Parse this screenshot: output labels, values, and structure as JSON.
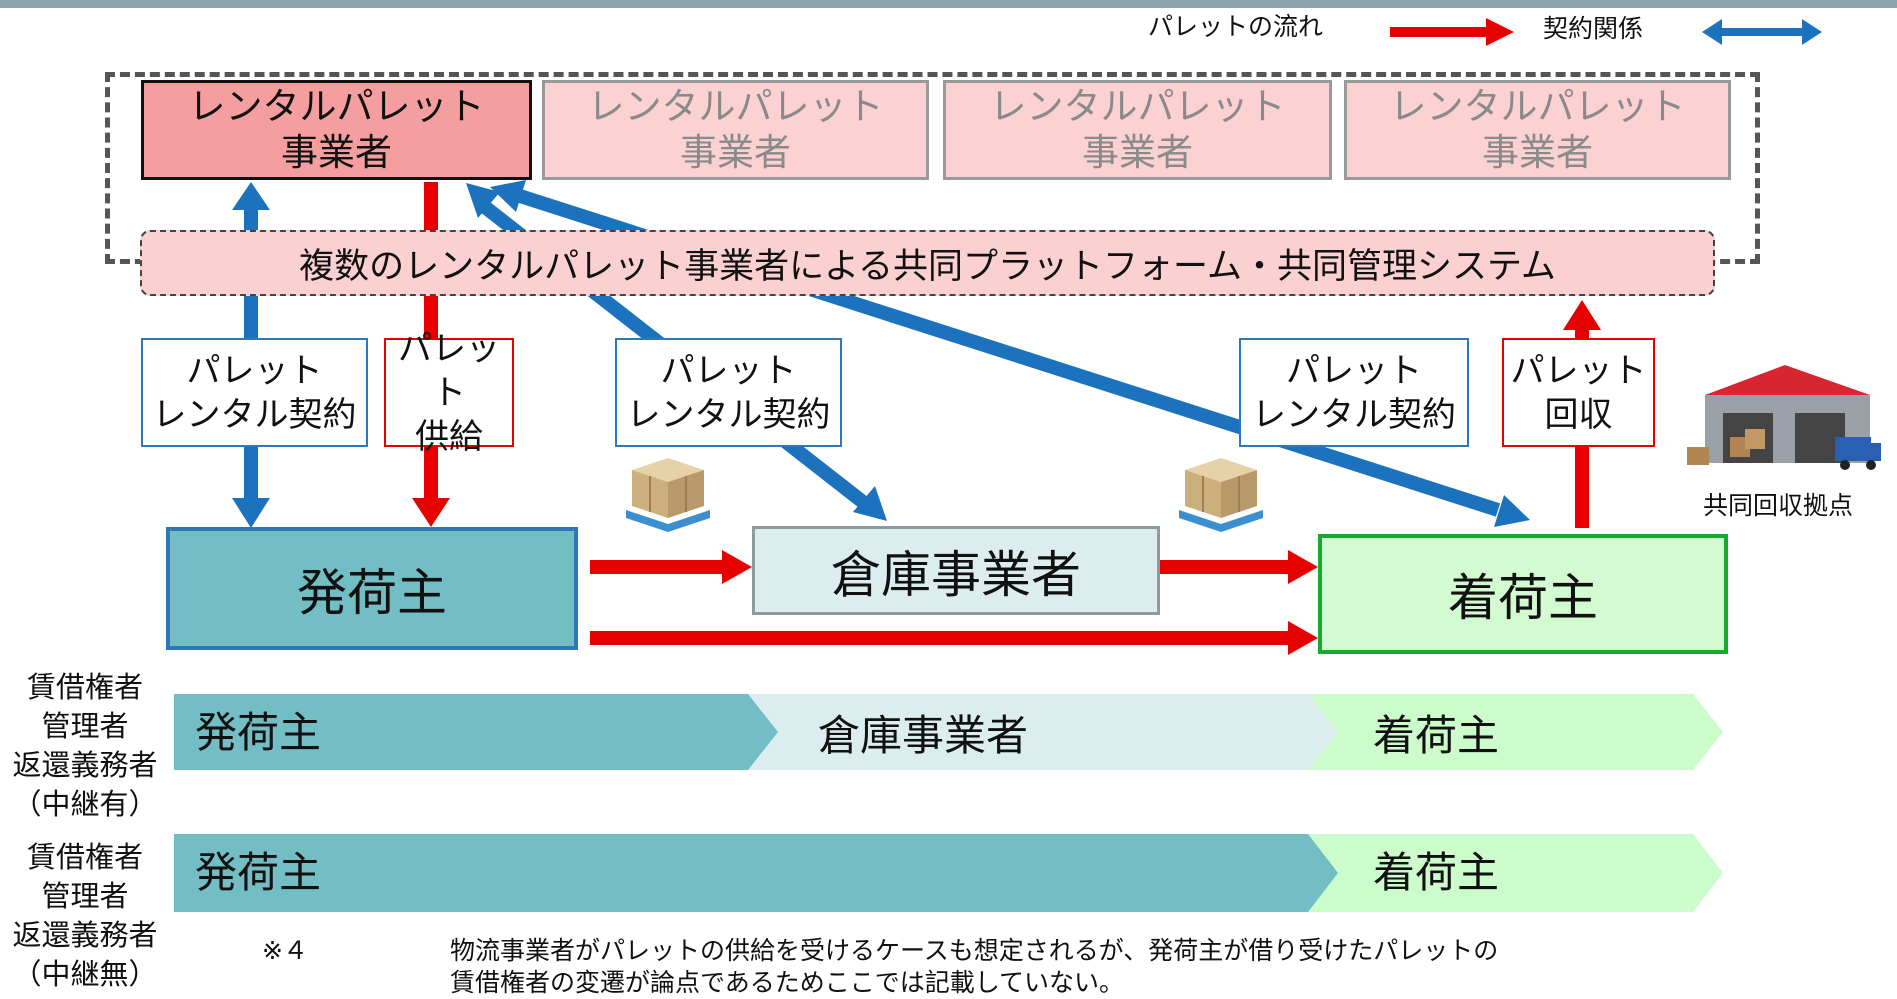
{
  "legend": {
    "flow_label": "パレットの流れ",
    "contract_label": "契約関係",
    "flow_color": "#e60000",
    "contract_color": "#1d72bd"
  },
  "operators": [
    {
      "label_line1": "レンタルパレット",
      "label_line2": "事業者"
    },
    {
      "label_line1": "レンタルパレット",
      "label_line2": "事業者"
    },
    {
      "label_line1": "レンタルパレット",
      "label_line2": "事業者"
    },
    {
      "label_line1": "レンタルパレット",
      "label_line2": "事業者"
    }
  ],
  "platform": {
    "label": "複数のレンタルパレット事業者による共同プラットフォーム・共同管理システム"
  },
  "labels": {
    "contract_1": {
      "line1": "パレット",
      "line2": "レンタル契約"
    },
    "supply": {
      "line1": "パレット",
      "line2": "供給"
    },
    "contract_2": {
      "line1": "パレット",
      "line2": "レンタル契約"
    },
    "contract_3": {
      "line1": "パレット",
      "line2": "レンタル契約"
    },
    "collect": {
      "line1": "パレット",
      "line2": "回収"
    }
  },
  "parties": {
    "shipper": "発荷主",
    "warehouse": "倉庫事業者",
    "consignee": "着荷主"
  },
  "collection_point": {
    "label": "共同回収拠点"
  },
  "rows": [
    {
      "side_lines": [
        "賃借権者",
        "管理者",
        "返還義務者",
        "（中継有）"
      ],
      "segments": [
        "発荷主",
        "倉庫事業者",
        "着荷主"
      ]
    },
    {
      "side_lines": [
        "賃借権者",
        "管理者",
        "返還義務者",
        "（中継無）"
      ],
      "segments": [
        "発荷主",
        "着荷主"
      ]
    }
  ],
  "note": {
    "mark": "※４",
    "line1": "物流事業者がパレットの供給を受けるケースも想定されるが、発荷主が借り受けたパレットの",
    "line2": "賃借権者の変遷が論点であるためここでは記載していない。"
  }
}
